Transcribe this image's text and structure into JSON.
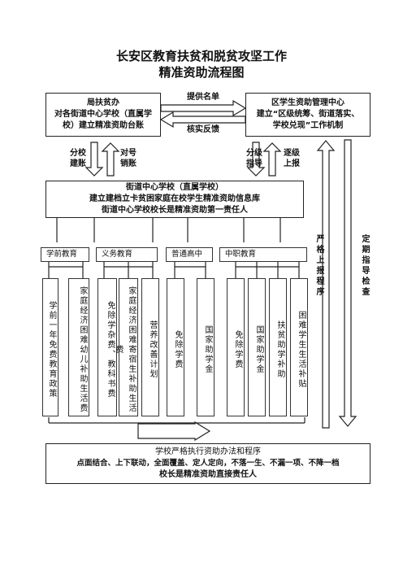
{
  "title": {
    "line1": "长安区教育扶贫和脱贫攻坚工作",
    "line2": "精准资助流程图"
  },
  "bureau": {
    "line1": "局扶贫办",
    "line2": "对各街道中心学校（直属学",
    "line3": "校）建立精准资助台账"
  },
  "center": {
    "line1": "区学生资助管理中心",
    "line2": "建立“区级统筹、街道落实、",
    "line3": "学校兑现”工作机制"
  },
  "arrows": {
    "provide_list": "提供名单",
    "verify_feedback": "核实反馈",
    "school_build": "分校\n建账",
    "number_cancel": "对号\n销账",
    "grade_guide": "分级\n指导",
    "report_up": "逐级\n上报",
    "strict_report": "严格上报程序",
    "regular_check": "定期指导检查"
  },
  "street": {
    "line1": "街道中心学校（直属学校）",
    "line2": "建立建档立卡贫困家庭在校学生精准资助信息库",
    "line3": "街道中心学校校长是精准资助第一责任人"
  },
  "categories": {
    "preschool": "学前教育",
    "compulsory": "义务教育",
    "high_school": "普通高中",
    "vocational": "中职教育"
  },
  "items": {
    "pre1": "学前一年免费教育政策",
    "pre2": "家庭经济困难幼儿补助生活费",
    "com1": "免除学杂费、教科书费",
    "com2": "家庭经济困难寄宿生补助生活费",
    "com3": "营养改善计划",
    "hs1": "免除学费",
    "hs2": "国家助学金",
    "voc1": "免除学费",
    "voc2": "国家助学金",
    "voc3": "扶贫助学补助",
    "voc4": "困难学生生活补贴"
  },
  "bottom": {
    "line1": "学校严格执行资助办法和程序",
    "line2": "点面结合、上下联动，全面覆盖、定人定向，不落一生、不漏一项、不降一档",
    "line3": "校长是精准资助直接责任人"
  }
}
